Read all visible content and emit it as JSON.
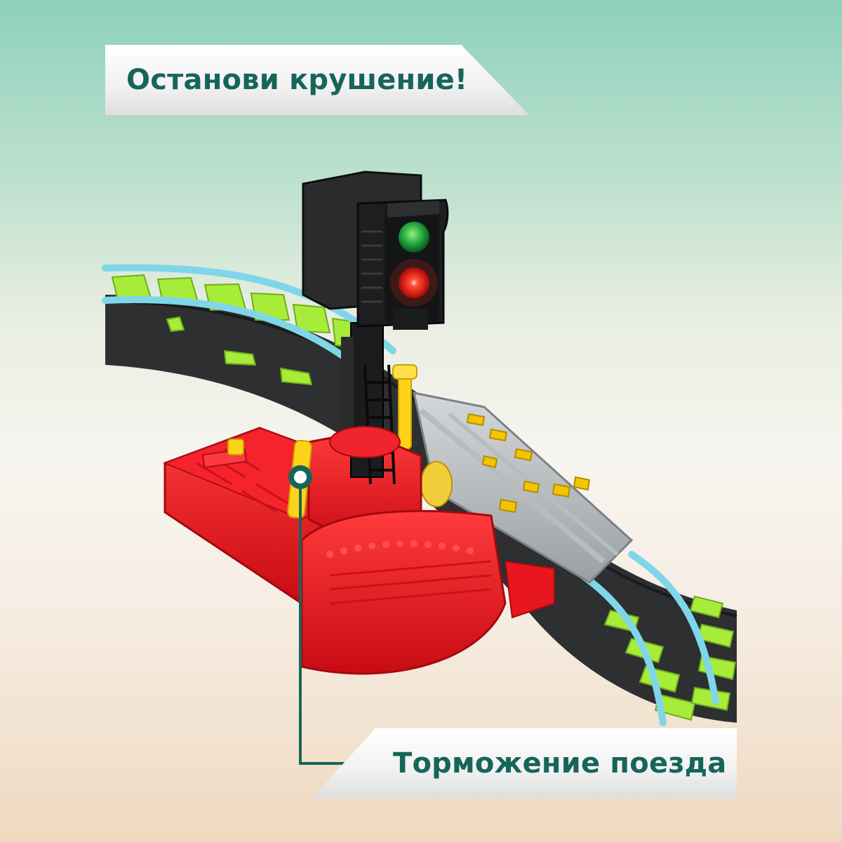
{
  "headline": "Останови крушение!",
  "feature_label": "Торможение поезда",
  "colors": {
    "accent_text": "#17655a",
    "background_top": "#8fd1bc",
    "background_bottom": "#efd9c0",
    "base_red": "#e8161e",
    "signal_green": "#2fbf49",
    "signal_red": "#ff2a1a",
    "track_blue": "#7fd6e8",
    "sleeper_green": "#a8ec3a"
  },
  "scene_objects": [
    "toy-railway-signal",
    "red-control-base",
    "railway-track",
    "track-switch"
  ]
}
